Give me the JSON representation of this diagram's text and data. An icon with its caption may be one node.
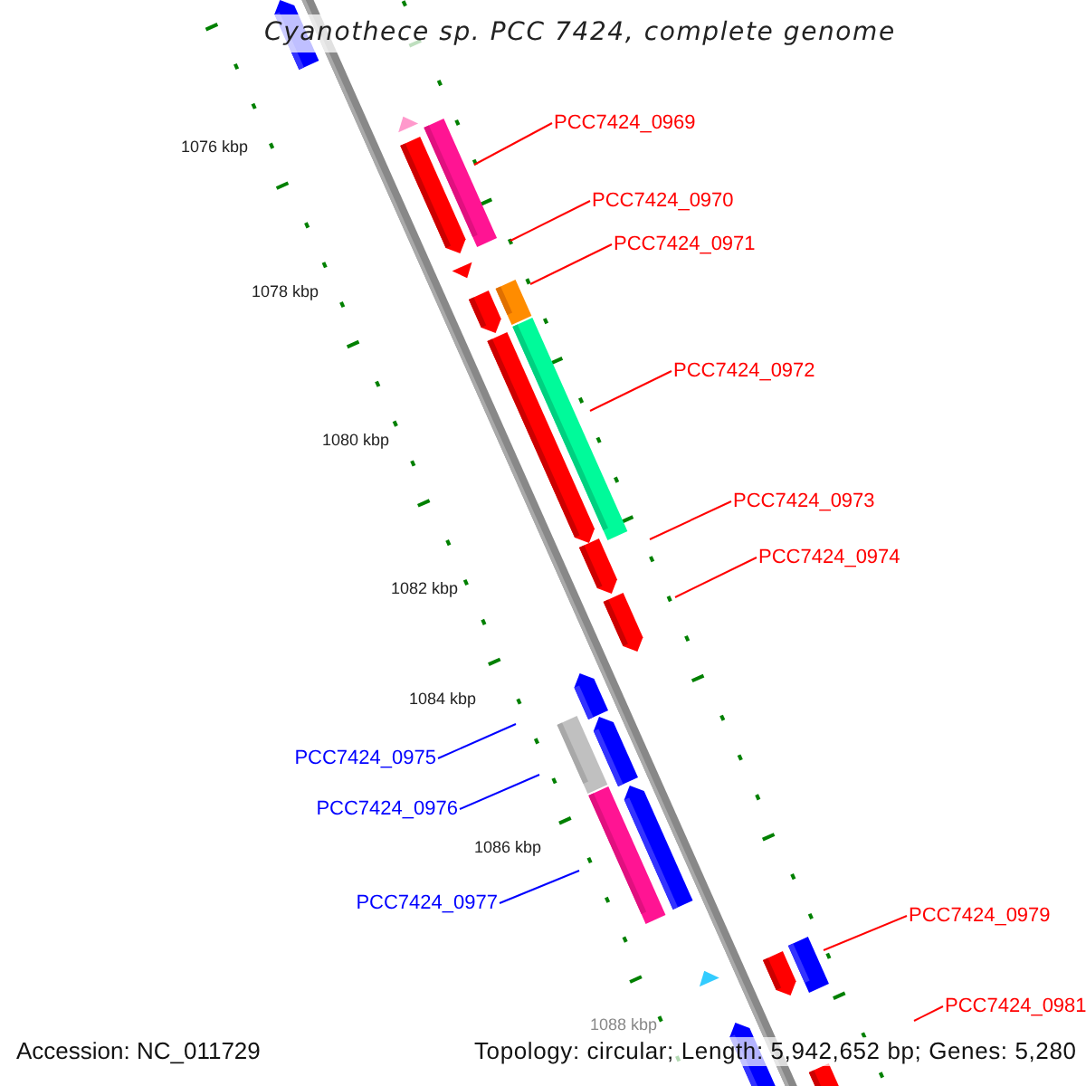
{
  "diagram": {
    "title": "Cyanothece sp. PCC 7424, complete genome",
    "nodes": [
      {
        "text": [
          "PCC7424_0969"
        ]
      },
      {
        "text": [
          "PCC7424_0970"
        ]
      },
      {
        "text": [
          "PCC7424_0971"
        ]
      },
      {
        "text": [
          "PCC7424_0972"
        ]
      },
      {
        "text": [
          "PCC7424_0973"
        ]
      },
      {
        "text": [
          "PCC7424_0974"
        ]
      },
      {
        "text": [
          "PCC7424_0975"
        ]
      },
      {
        "text": [
          "PCC7424_0976"
        ]
      },
      {
        "text": [
          "PCC7424_0977"
        ]
      },
      {
        "text": [
          "PCC7424_0979"
        ]
      },
      {
        "text": [
          "PCC7424_0981"
        ]
      }
    ],
    "edges": [
      {
        "from": 0,
        "to": null,
        "arrow": "none"
      },
      {
        "from": 1,
        "to": null,
        "arrow": "none"
      },
      {
        "from": 2,
        "to": null,
        "arrow": "none"
      },
      {
        "from": 3,
        "to": null,
        "arrow": "none"
      },
      {
        "from": 4,
        "to": null,
        "arrow": "none"
      },
      {
        "from": 5,
        "to": null,
        "arrow": "none"
      },
      {
        "from": 6,
        "to": null,
        "arrow": "none",
        "color": "#0000ff"
      },
      {
        "from": 7,
        "to": null,
        "arrow": "none",
        "color": "#0000ff"
      },
      {
        "from": 8,
        "to": null,
        "arrow": "none",
        "color": "#0000ff"
      },
      {
        "from": 9,
        "to": null,
        "arrow": "none"
      },
      {
        "from": 10,
        "to": null,
        "arrow": "none"
      }
    ],
    "labels": [
      "1076 kbp",
      "1078 kbp",
      "1080 kbp",
      "1082 kbp",
      "1084 kbp",
      "1086 kbp",
      "1088 kbp",
      "Accession: NC_011729",
      "Topology: circular; Length: 5,942,652 bp; Genes: 5,280"
    ]
  }
}
